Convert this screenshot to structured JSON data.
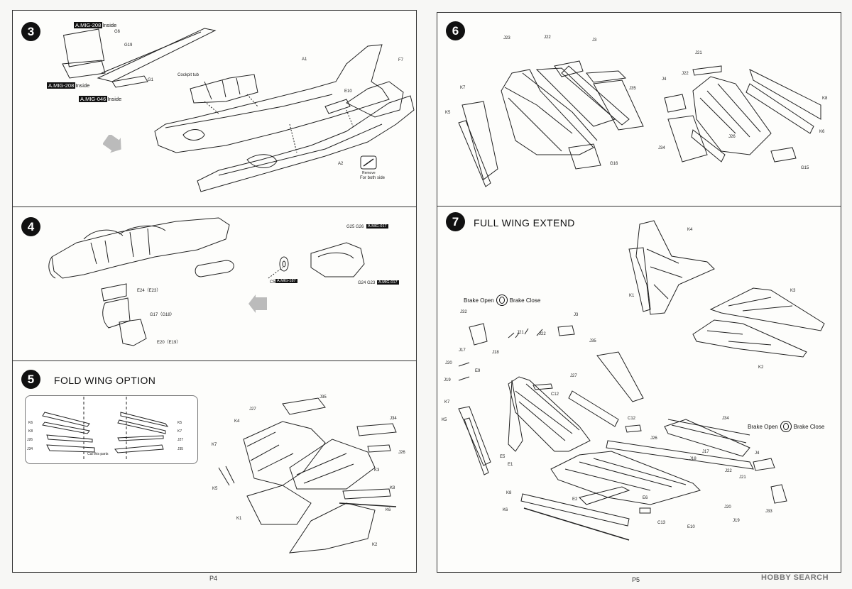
{
  "pages": {
    "left": "P4",
    "right": "P5"
  },
  "watermark": "HOBBY SEARCH",
  "step3": {
    "number": "3",
    "refs": [
      {
        "tag": "A.MIG-208",
        "suffix": "Inside"
      },
      {
        "tag": "A.MIG-208",
        "suffix": "Inside"
      },
      {
        "tag": "A.MIG-046",
        "suffix": "Inside"
      }
    ],
    "labels": {
      "g6": "G6",
      "g19": "G19",
      "g1": "G1",
      "cockpit": "Cockpit tub",
      "a1": "A1",
      "f7": "F7",
      "e10": "E10",
      "a2": "A2",
      "remove": "Remove",
      "both_side": "For both side"
    }
  },
  "step4": {
    "number": "4",
    "labels": {
      "e24": "E24（E23）",
      "g17": "G17（G18）",
      "e20": "E20（E19）",
      "g25": "G25",
      "g26": "G26",
      "g24": "G24",
      "g23": "G23",
      "c5": "C5"
    },
    "tags": {
      "mig017a": "A.MIG-017",
      "mig017b": "A.MIG-017",
      "mig187": "A.MIG-187"
    }
  },
  "step5": {
    "number": "5",
    "title": "FOLD WING OPTION",
    "inset": {
      "k6": "K6",
      "k8": "K8",
      "j26": "J26",
      "j34": "J34",
      "k5": "K5",
      "k7": "K7",
      "j27": "J27",
      "j35": "J35",
      "cut": "Cut this parts"
    },
    "labels": {
      "j27": "J27",
      "j35": "J35",
      "k4": "K4",
      "j34": "J34",
      "j26": "J26",
      "k7": "K7",
      "k5": "K5",
      "k3": "K3",
      "k8": "K8",
      "k6": "K6",
      "k1": "K1",
      "k2": "K2"
    }
  },
  "step6": {
    "number": "6",
    "labels": {
      "j23": "J23",
      "j22": "J22",
      "j3": "J3",
      "k7": "K7",
      "k5": "K5",
      "j35": "J35",
      "g16": "G16",
      "j21": "J21",
      "j22b": "J22",
      "j4": "J4",
      "k8": "K8",
      "k6": "K6",
      "j26": "J26",
      "j34": "J34",
      "g15": "G15"
    }
  },
  "step7": {
    "number": "7",
    "title": "FULL WING EXTEND",
    "brake_open": "Brake Open",
    "brake_close": "Brake Close",
    "labels": {
      "k4": "K4",
      "k1": "K1",
      "k3": "K3",
      "k2": "K2",
      "j32": "J32",
      "j3": "J3",
      "j21": "J21",
      "j22": "J22",
      "j17": "J17",
      "j18": "J18",
      "j20": "J20",
      "e9": "E9",
      "j19": "J19",
      "j35": "J35",
      "c12": "C12",
      "j27": "J27",
      "k7": "K7",
      "k5": "K5",
      "e5": "E5",
      "e1": "E1",
      "c12b": "C12",
      "j34": "J34",
      "j26": "J26",
      "j17b": "J17",
      "j4": "J4",
      "j18b": "J18",
      "j22b": "J22",
      "j21b": "J21",
      "k8": "K8",
      "e2": "E2",
      "e6": "E6",
      "j33": "J33",
      "k6": "K6",
      "c13": "C13",
      "j20b": "J20",
      "j19b": "J19",
      "e10": "E10"
    }
  }
}
